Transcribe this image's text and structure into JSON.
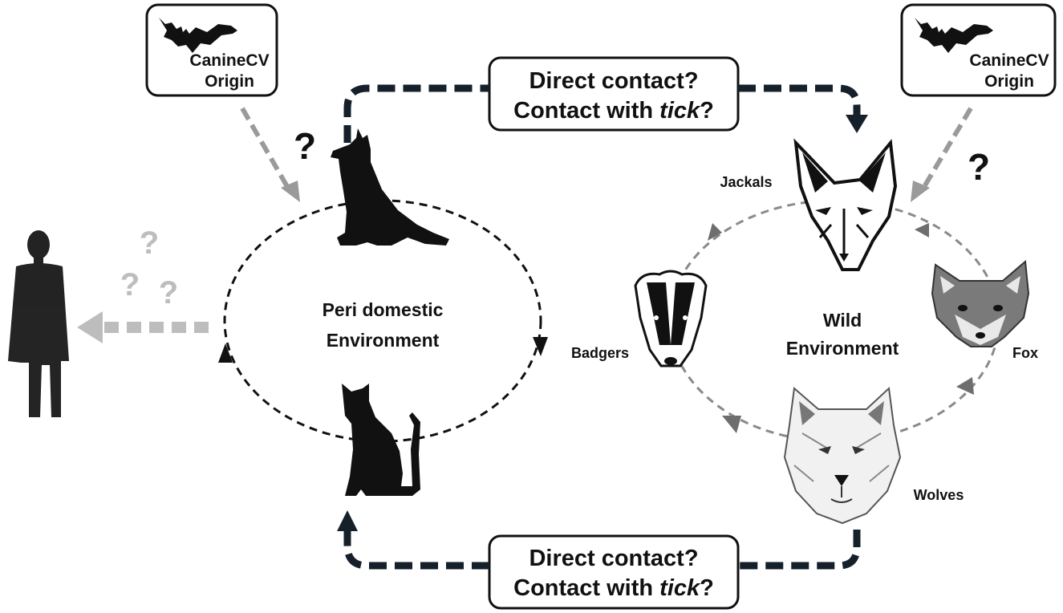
{
  "origin_boxes": [
    {
      "line1": "CanineCV",
      "line2": "Origin"
    },
    {
      "line1": "CanineCV",
      "line2": "Origin"
    }
  ],
  "contact_boxes": [
    {
      "line1": "Direct contact?",
      "line2_prefix": "Contact with ",
      "line2_italic": "tick",
      "line2_suffix": "?"
    },
    {
      "line1": "Direct contact?",
      "line2_prefix": "Contact with ",
      "line2_italic": "tick",
      "line2_suffix": "?"
    }
  ],
  "peri_environment": {
    "line1": "Peri domestic",
    "line2": "Environment"
  },
  "wild_environment": {
    "line1": "Wild",
    "line2": "Environment"
  },
  "animal_labels": {
    "jackals": "Jackals",
    "fox": "Fox",
    "badgers": "Badgers",
    "wolves": "Wolves"
  },
  "question_marks": {
    "dog": "?",
    "wild": "?",
    "human": [
      "?",
      "?",
      "?"
    ]
  },
  "colors": {
    "dark": "#111111",
    "navy_dash": "#15202b",
    "gray_arrow": "#9a9a9a",
    "light_gray": "#bdbdbd",
    "wild_cycle": "#8a8a8a",
    "fox_fur": "#7a7a7a"
  }
}
